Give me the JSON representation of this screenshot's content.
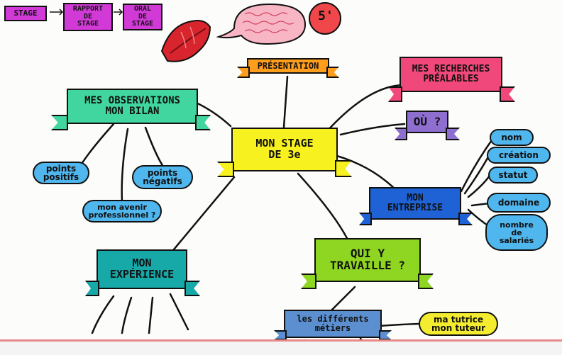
{
  "header": {
    "step1": "STAGE",
    "step2": "RAPPORT\nDE\nSTAGE",
    "step3": "ORAL\nDE\nSTAGE",
    "timer": "5'"
  },
  "center": {
    "label": "MON STAGE\nDE 3e"
  },
  "branches": {
    "presentation": "PRÉSENTATION",
    "recherches": "MES RECHERCHES\nPRÉALABLES",
    "ou": "OÙ ?",
    "observations": "MES OBSERVATIONS\nMON BILAN",
    "entreprise": "MON\nENTREPRISE",
    "experience": "MON\nEXPÉRIENCE",
    "qui": "QUI Y\nTRAVAILLE ?",
    "metiers": "les différents\nmétiers"
  },
  "leaves": {
    "points_positifs": "points\npositifs",
    "points_negatifs": "points\nnégatifs",
    "avenir": "mon avenir\nprofessionnel ?",
    "nom": "nom",
    "creation": "création",
    "statut": "statut",
    "domaine": "domaine",
    "nombre_salaries": "nombre\nde\nsalariés",
    "tuteur": "ma tutrice\nmon tuteur"
  },
  "colors": {
    "magenta": "#d13ad6",
    "orange": "#ff9d1c",
    "pink": "#f0487a",
    "purple": "#8e6fd0",
    "teal": "#41d6a0",
    "yellow": "#f7f21f",
    "blue": "#1f62d6",
    "cyan_dark": "#17a8a8",
    "lime": "#8fd622",
    "steel": "#5b8fd0",
    "sky": "#4fb6ee",
    "bubble_yellow": "#f4ec2e"
  }
}
